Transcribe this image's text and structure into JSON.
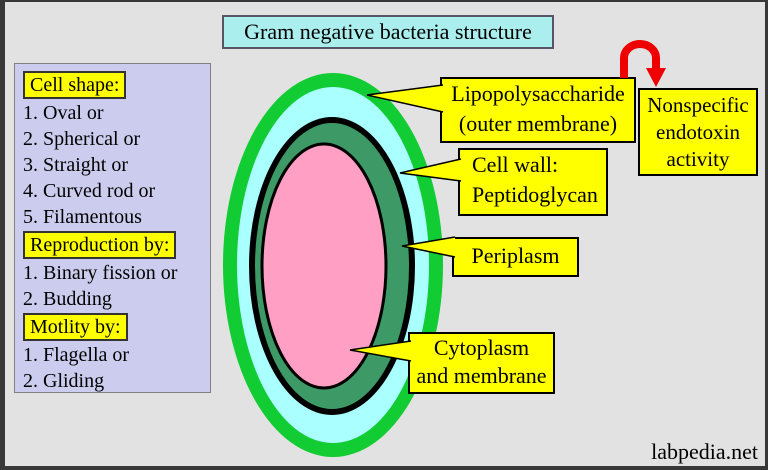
{
  "title": "Gram negative bacteria structure",
  "watermark": "labpedia.net",
  "info_panel": {
    "sections": [
      {
        "heading": "Cell shape:",
        "items": [
          "1. Oval or",
          "2. Spherical or",
          "3. Straight or",
          "4. Curved rod or",
          "5. Filamentous"
        ]
      },
      {
        "heading": "Reproduction by:",
        "items": [
          "1. Binary fission or",
          "2. Budding"
        ]
      },
      {
        "heading": "Motlity by:",
        "items": [
          "1. Flagella or",
          "2. Gliding"
        ]
      }
    ]
  },
  "callouts": {
    "lipopolysaccharide": {
      "line1": "Lipopolysaccharide",
      "line2": "(outer membrane)"
    },
    "cell_wall": {
      "line1": "Cell wall:",
      "line2": "Peptidoglycan"
    },
    "periplasm": {
      "line1": "Periplasm"
    },
    "cytoplasm": {
      "line1": "Cytoplasm",
      "line2": "and membrane"
    },
    "endotoxin": {
      "line1": "Nonspecific",
      "line2": "endotoxin",
      "line3": "activity"
    }
  },
  "cell_layers": {
    "outer_membrane": {
      "name": "lipopolysaccharide-outer-membrane",
      "color": "#11CC33"
    },
    "outer_space": {
      "name": "outer-clear-ring",
      "color": "#AAFFFF"
    },
    "cell_wall": {
      "name": "cell-wall-peptidoglycan",
      "color": "#000000"
    },
    "periplasm": {
      "name": "periplasm-space",
      "color": "#3D9966"
    },
    "cytoplasm": {
      "name": "cytoplasm-and-membrane",
      "color": "#FF9FC4"
    }
  },
  "colors": {
    "background": "#E2E2E2",
    "frame": "#383838",
    "panel_bg": "#CCCCEE",
    "panel_border": "#808080",
    "highlight_yellow": "#FFFF00",
    "callout_border": "#000000",
    "title_bg": "#AAEEEE",
    "arrow_red": "#EE0000",
    "text": "#000000"
  }
}
